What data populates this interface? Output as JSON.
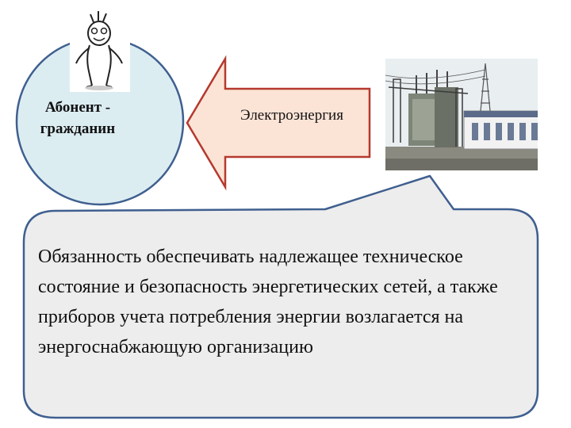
{
  "subscriber": {
    "label": "Абонент - гражданин"
  },
  "energy_arrow": {
    "label": "Электроэнергия"
  },
  "speech_bubble": {
    "text": "Обязанность обеспечивать надлежащее техническое состояние и безопасность энергетических сетей, а также приборов учета потребления энергии возлагается на энергоснабжающую организацию"
  },
  "colors": {
    "subscriber_circle_fill": "#dcedf2",
    "arrow_fill": "#fbe4d6",
    "bubble_fill": "#ededed",
    "outline": "#3f5f8f"
  },
  "icons": {
    "person": "cartoon-person-icon",
    "substation": "substation-photo"
  }
}
